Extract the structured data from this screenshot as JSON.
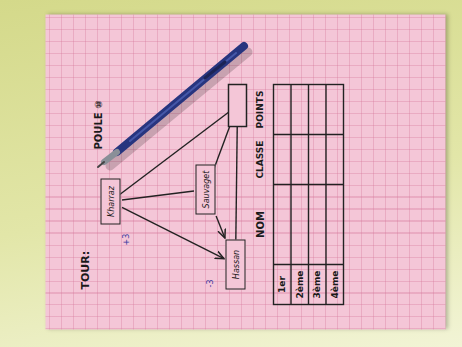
{
  "diagram": {
    "nodes": [
      {
        "text": [
          "Kharraz"
        ]
      },
      {
        "text": [
          "Sauvaget"
        ]
      },
      {
        "text": [
          "Hassan"
        ]
      }
    ],
    "edges": [
      {
        "from": 0,
        "to": 1,
        "arrow": "none"
      },
      {
        "from": 0,
        "to": 2,
        "arrow": "to"
      },
      {
        "from": 1,
        "to": 2,
        "arrow": "to"
      }
    ],
    "labels": [
      "TOUR:",
      "POULE ⑩",
      "+3",
      "-3",
      "NOM",
      "CLASSE",
      "POINTS",
      "1er",
      "2ème",
      "3ème",
      "4ème"
    ]
  }
}
